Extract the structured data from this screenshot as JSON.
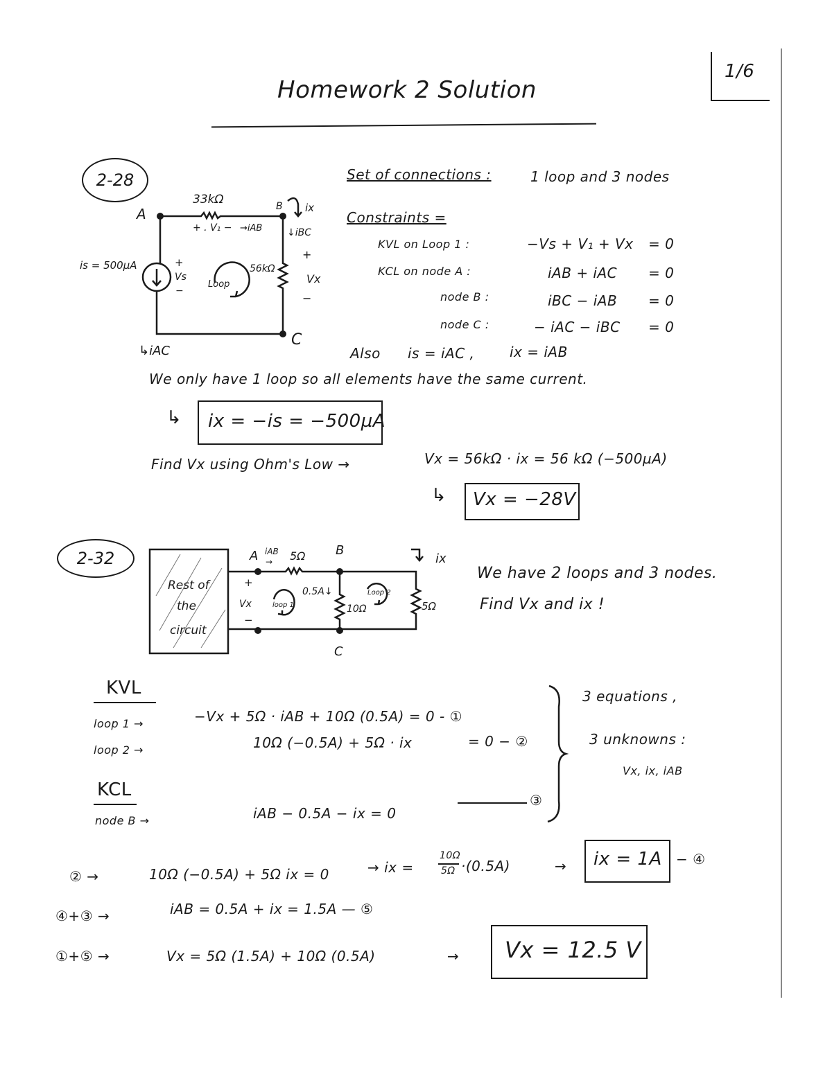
{
  "header": {
    "title": "Homework 2 Solution",
    "page": "1/6"
  },
  "p1": {
    "label": "2-28",
    "circuit": {
      "node_a": "A",
      "node_b": "B",
      "node_c": "C",
      "r1": "33kΩ",
      "v1": "+ . V₁ −",
      "iab": "→iAB",
      "ix": "ix",
      "ibc": "↓iBC",
      "plus": "+",
      "minus": "−",
      "vx": "Vx",
      "r2": "56kΩ",
      "is": "is = 500µA",
      "vs_plus": "+",
      "vs": "Vs",
      "vs_minus": "−",
      "loop": "Loop",
      "iac": "↳iAC"
    },
    "connections_label": "Set of connections :",
    "connections_value": "1 loop and 3 nodes",
    "constraints_label": "Constraints =",
    "constraints": [
      {
        "label": "KVL on Loop 1 :",
        "lhs": "−Vs + V₁ + Vx",
        "rhs": "= 0"
      },
      {
        "label": "KCL on node A :",
        "lhs": "iAB + iAC",
        "rhs": "= 0"
      },
      {
        "label": "node B :",
        "lhs": "iBC − iAB",
        "rhs": "= 0"
      },
      {
        "label": "node C :",
        "lhs": "− iAC − iBC",
        "rhs": "= 0"
      }
    ],
    "also": "Also",
    "also_eq1": "is = iAC ,",
    "also_eq2": "ix = iAB",
    "statement": "We only have 1 loop so all elements have the same current.",
    "arrow1": "↳",
    "result1": "ix = −is = −500µA",
    "find": "Find Vx using Ohm's Low →",
    "ohm_eq": "Vx = 56kΩ · ix   = 56 kΩ (−500µA)",
    "arrow2": "↳",
    "result2": "Vx = −28V"
  },
  "p2": {
    "label": "2-32",
    "circuit": {
      "rest": [
        "Rest of",
        "the",
        "circuit"
      ],
      "node_a": "A",
      "iab": "iAB",
      "iab_arrow": "→",
      "r1": "5Ω",
      "node_b": "B",
      "ix": "ix",
      "plus": "+",
      "vx": "Vx",
      "minus": "−",
      "loop1": "loop 1",
      "i05": "0.5A↓",
      "r2": "10Ω",
      "loop2": "Loop 2",
      "r3": "5Ω",
      "node_c": "C"
    },
    "intro1": "We have 2 loops and 3 nodes.",
    "intro2": "Find  Vx  and  ix !",
    "kvl": "KVL",
    "loop1_label": "loop 1  →",
    "loop1_eq": "−Vx + 5Ω · iAB + 10Ω (0.5A) = 0 - ①",
    "loop2_label": "loop 2  →",
    "loop2_eq": "10Ω (−0.5A) + 5Ω · ix",
    "loop2_rhs": "= 0 − ②",
    "kcl": "KCL",
    "nodeb_label": "node B  →",
    "nodeb_eq": "iAB − 0.5A − ix = 0",
    "eq3": "③",
    "equations": "3 equations ,",
    "unknowns": "3 unknowns :",
    "unknown_list": "Vx, ix, iAB",
    "step1_label": "② →",
    "step1_eq": "10Ω (−0.5A) + 5Ω ix = 0",
    "step1_arrow": "→  ix =",
    "step1_num": "10Ω",
    "step1_den": "5Ω",
    "step1_tail": "·(0.5A)",
    "step1_arrow2": "→",
    "step1_result": "ix = 1A",
    "step1_tag": "− ④",
    "step2_label": "④+③ →",
    "step2_eq": "iAB = 0.5A + ix  =  1.5A  — ⑤",
    "step3_label": "①+⑤ →",
    "step3_eq": "Vx = 5Ω (1.5A)  +  10Ω (0.5A)",
    "step3_arrow": "→",
    "step3_result": "Vx = 12.5 V"
  }
}
